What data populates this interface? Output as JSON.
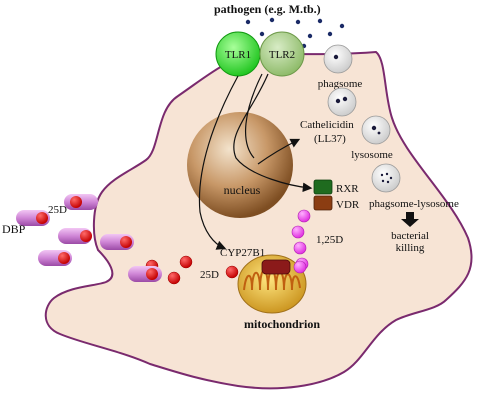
{
  "labels": {
    "pathogen": "pathogen (e.g. M.tb.)",
    "tlr1": "TLR1",
    "tlr2": "TLR2",
    "phagosome": "phagsome",
    "cathelicidin_line1": "Cathelicidin",
    "cathelicidin_line2": "(LL37)",
    "lysosome": "lysosome",
    "nucleus": "nucleus",
    "rxr": "RXR",
    "vdr": "VDR",
    "phagosome_lysosome": "phagsome-lysosome",
    "bacterial_line1": "bacterial",
    "bacterial_line2": "killing",
    "dbp": "DBP",
    "d25_left": "25D",
    "cyp27b1": "CYP27B1",
    "d125": "1,25D",
    "d25_right": "25D",
    "mitochondrion": "mitochondrion"
  },
  "colors": {
    "cell_fill": "#f7e4d5",
    "cell_outline": "#7a2a6e",
    "tlr1": "#2fd82f",
    "tlr2": "#9fc97a",
    "nucleus_light": "#ecd5b9",
    "nucleus_dark": "#8c5a2a",
    "rxr": "#1f6b1f",
    "vdr": "#8b3d12",
    "d125_beads": "#ff55ff",
    "d25_beads": "#dd0000",
    "dbp_capsule": "#d28fd8",
    "mito_outer": "#d4a21a",
    "mito_inner": "#ffd700"
  },
  "icons": {
    "arrow": "arrow",
    "down_arrow": "thick-down-arrow-icon"
  }
}
